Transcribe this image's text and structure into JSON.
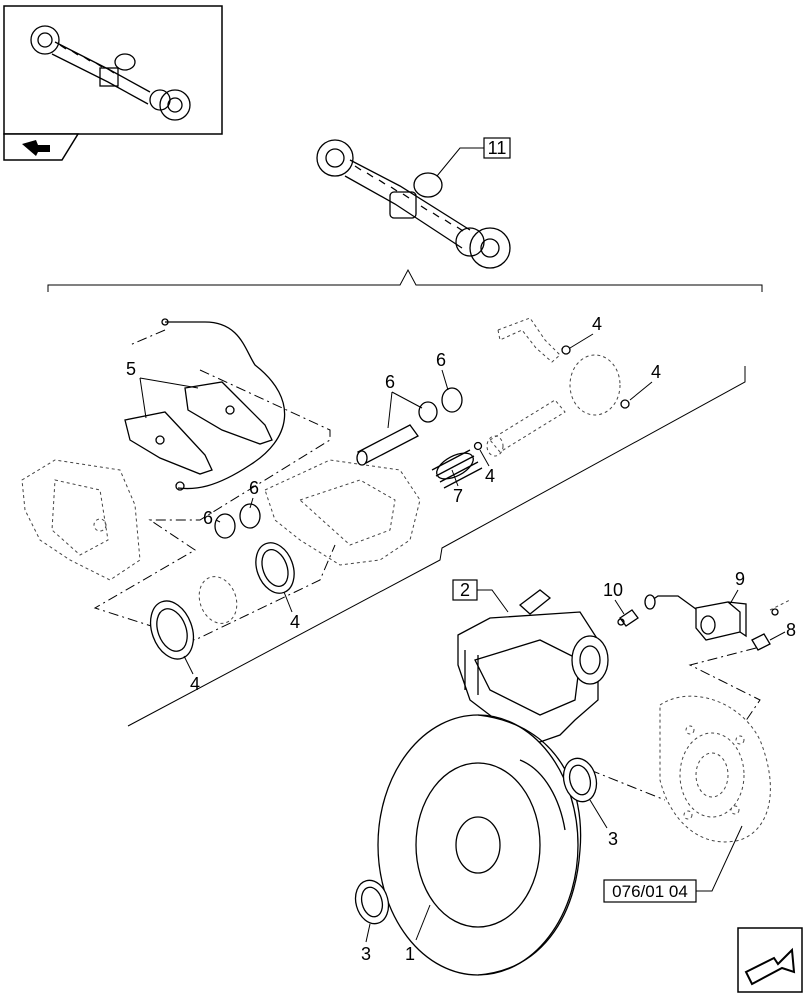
{
  "callouts": {
    "c1": "1",
    "c2": "2",
    "c3a": "3",
    "c3b": "3",
    "c4a": "4",
    "c4b": "4",
    "c4c": "4",
    "c4d": "4",
    "c4e": "4",
    "c5": "5",
    "c6a": "6",
    "c6b": "6",
    "c6c": "6",
    "c6d": "6",
    "c7": "7",
    "c8": "8",
    "c9": "9",
    "c10": "10",
    "c11": "11"
  },
  "reference": {
    "label": "076/01 04"
  },
  "icons": {
    "overview": "axle-thumbnail-icon",
    "nav_back": "back-arrow-icon",
    "nav_next": "next-page-icon"
  }
}
